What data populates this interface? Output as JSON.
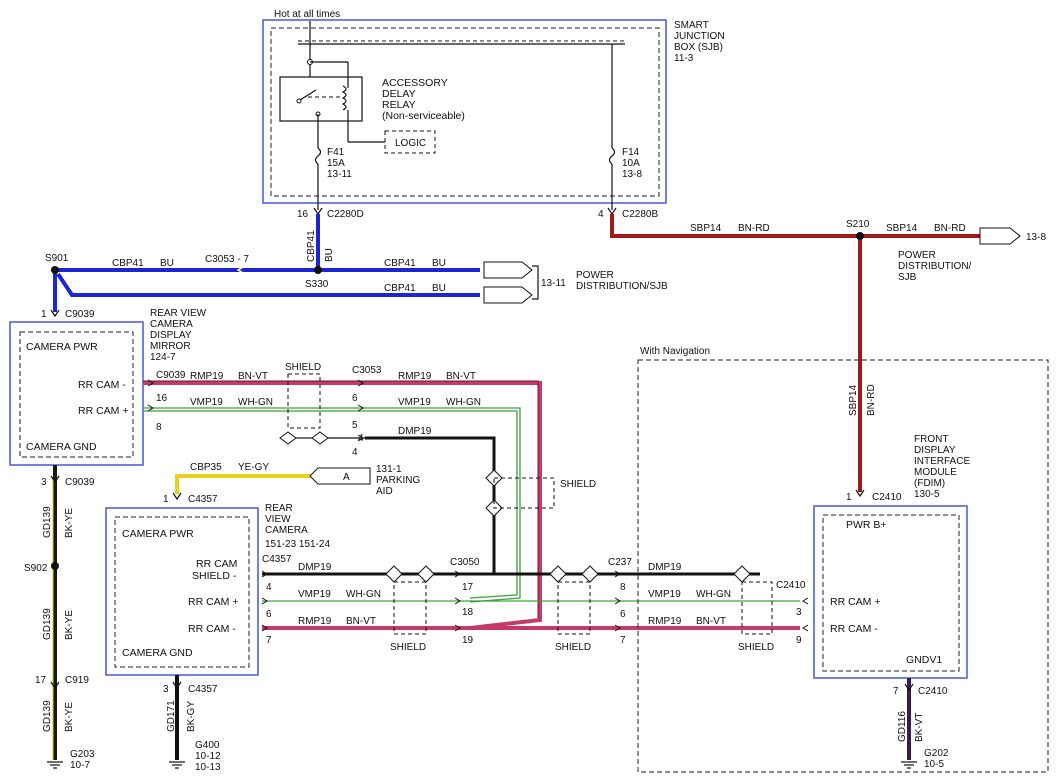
{
  "labels": {
    "hot_at_all_times": "Hot at all times",
    "sjb": [
      "SMART",
      "JUNCTION",
      "BOX (SJB)",
      "11-3"
    ],
    "relay": [
      "ACCESSORY",
      "DELAY",
      "RELAY",
      "(Non-serviceable)"
    ],
    "logic": "LOGIC",
    "f41": [
      "F41",
      "15A",
      "13-11"
    ],
    "f14": [
      "F14",
      "10A",
      "13-8"
    ],
    "pin_16": "16",
    "c2280d": "C2280D",
    "pin_4": "4",
    "c2280b": "C2280B",
    "sbp14_1": "SBP14",
    "bn_rd_1": "BN-RD",
    "s210": "S210",
    "sbp14_2": "SBP14",
    "bn_rd_2": "BN-RD",
    "ref_13_8": "13-8",
    "pwr_dist_1": [
      "POWER",
      "DISTRIBUTION/",
      "SJB"
    ],
    "s901": "S901",
    "cbp41_a": "CBP41",
    "bu_a": "BU",
    "c3053_7": "C3053 - 7",
    "cbp41_v": "CBP41",
    "bu_v": "BU",
    "cbp41_b": "CBP41",
    "bu_b": "BU",
    "s330": "S330",
    "cbp41_c": "CBP41",
    "bu_c": "BU",
    "ref_13_11": "13-11",
    "pwr_dist_2": "POWER",
    "pwr_dist_2b": "DISTRIBUTION/SJB",
    "pin_1_c9039": "1",
    "c9039_top": "C9039",
    "mirror": [
      "REAR VIEW",
      "CAMERA",
      "DISPLAY",
      "MIRROR",
      "124-7"
    ],
    "camera_pwr_1": "CAMERA PWR",
    "rr_cam_minus_1": "RR CAM -",
    "rr_cam_plus_1": "RR CAM +",
    "camera_gnd_1": "CAMERA GND",
    "c9039_mid": "C9039",
    "pin_16b": "16",
    "pin_8": "8",
    "rmp19_a": "RMP19",
    "bn_vt_a": "BN-VT",
    "shield_a": "SHIELD",
    "c3053": "C3053",
    "rmp19_b": "RMP19",
    "bn_vt_b": "BN-VT",
    "pin_6a": "6",
    "vmp19_a": "VMP19",
    "wh_gn_a": "WH-GN",
    "vmp19_b": "VMP19",
    "wh_gn_b": "WH-GN",
    "pin_5": "5",
    "pin_4b": "4",
    "pin_4c": "4",
    "dmp19_a": "DMP19",
    "with_nav": "With Navigation",
    "cbp35": "CBP35",
    "ye_gy": "YE-GY",
    "conn_a": "A",
    "parking": [
      "131-1",
      "PARKING",
      "AID"
    ],
    "shield_b": "SHIELD",
    "pin_1_c4357": "1",
    "c4357_top": "C4357",
    "rear_cam": [
      "REAR",
      "VIEW",
      "CAMERA",
      "151-23    151-24"
    ],
    "camera_pwr_2": "CAMERA PWR",
    "rr_cam_shield": [
      "RR CAM",
      "SHIELD -"
    ],
    "rr_cam_plus_2": "RR CAM +",
    "rr_cam_minus_2": "RR CAM -",
    "camera_gnd_2": "CAMERA GND",
    "c4357_mid": "C4357",
    "pin_4d": "4",
    "pin_6b": "6",
    "pin_7a": "7",
    "dmp19_b": "DMP19",
    "vmp19_c": "VMP19",
    "wh_gn_c": "WH-GN",
    "rmp19_c": "RMP19",
    "bn_vt_c": "BN-VT",
    "c3050": "C3050",
    "pin_17": "17",
    "pin_18": "18",
    "pin_19": "19",
    "shield_c": "SHIELD",
    "c237": "C237",
    "pin_8b": "8",
    "pin_6c": "6",
    "pin_7b": "7",
    "dmp19_c": "DMP19",
    "vmp19_d": "VMP19",
    "wh_gn_d": "WH-GN",
    "rmp19_d": "RMP19",
    "bn_vt_d": "BN-VT",
    "shield_d": "SHIELD",
    "shield_e": "SHIELD",
    "c2410_a": "C2410",
    "pin_3": "3",
    "pin_9": "9",
    "sbp14_v": "SBP14",
    "bn_rd_v": "BN-RD",
    "fdim": [
      "FRONT",
      "DISPLAY",
      "INTERFACE",
      "MODULE",
      "(FDIM)",
      "130-5"
    ],
    "pin_1_c2410": "1",
    "c2410_top": "C2410",
    "pwr_b": "PWR B+",
    "rr_cam_plus_3": "RR CAM +",
    "rr_cam_minus_3": "RR CAM -",
    "gndv1": "GNDV1",
    "pin_7c": "7",
    "c2410_bot": "C2410",
    "gd116": "GD116",
    "bk_vt": "BK-VT",
    "g202": [
      "G202",
      "10-5"
    ],
    "pin_3b": "3",
    "c9039_bot": "C9039",
    "gd139_a": "GD139",
    "bk_ye_a": "BK-YE",
    "s902": "S902",
    "gd139_b": "GD139",
    "bk_ye_b": "BK-YE",
    "pin_17b": "17",
    "c919": "C919",
    "gd139_c": "GD139",
    "bk_ye_c": "BK-YE",
    "g203": [
      "G203",
      "10-7"
    ],
    "pin_3c": "3",
    "c4357_bot": "C4357",
    "gd171": "GD171",
    "bk_gy": "BK-GY",
    "g400": [
      "G400",
      "10-12",
      "10-13"
    ]
  },
  "colors": {
    "blue_wire": "#1c25d6",
    "red_wire": "#a01818",
    "pink_wire": "#c43a6a",
    "green_wire": "#3aa23a",
    "yellow_wire": "#e8d21a",
    "black_wire": "#111111",
    "box_border": "#2a3fd6",
    "module_fill": "#efefef"
  }
}
